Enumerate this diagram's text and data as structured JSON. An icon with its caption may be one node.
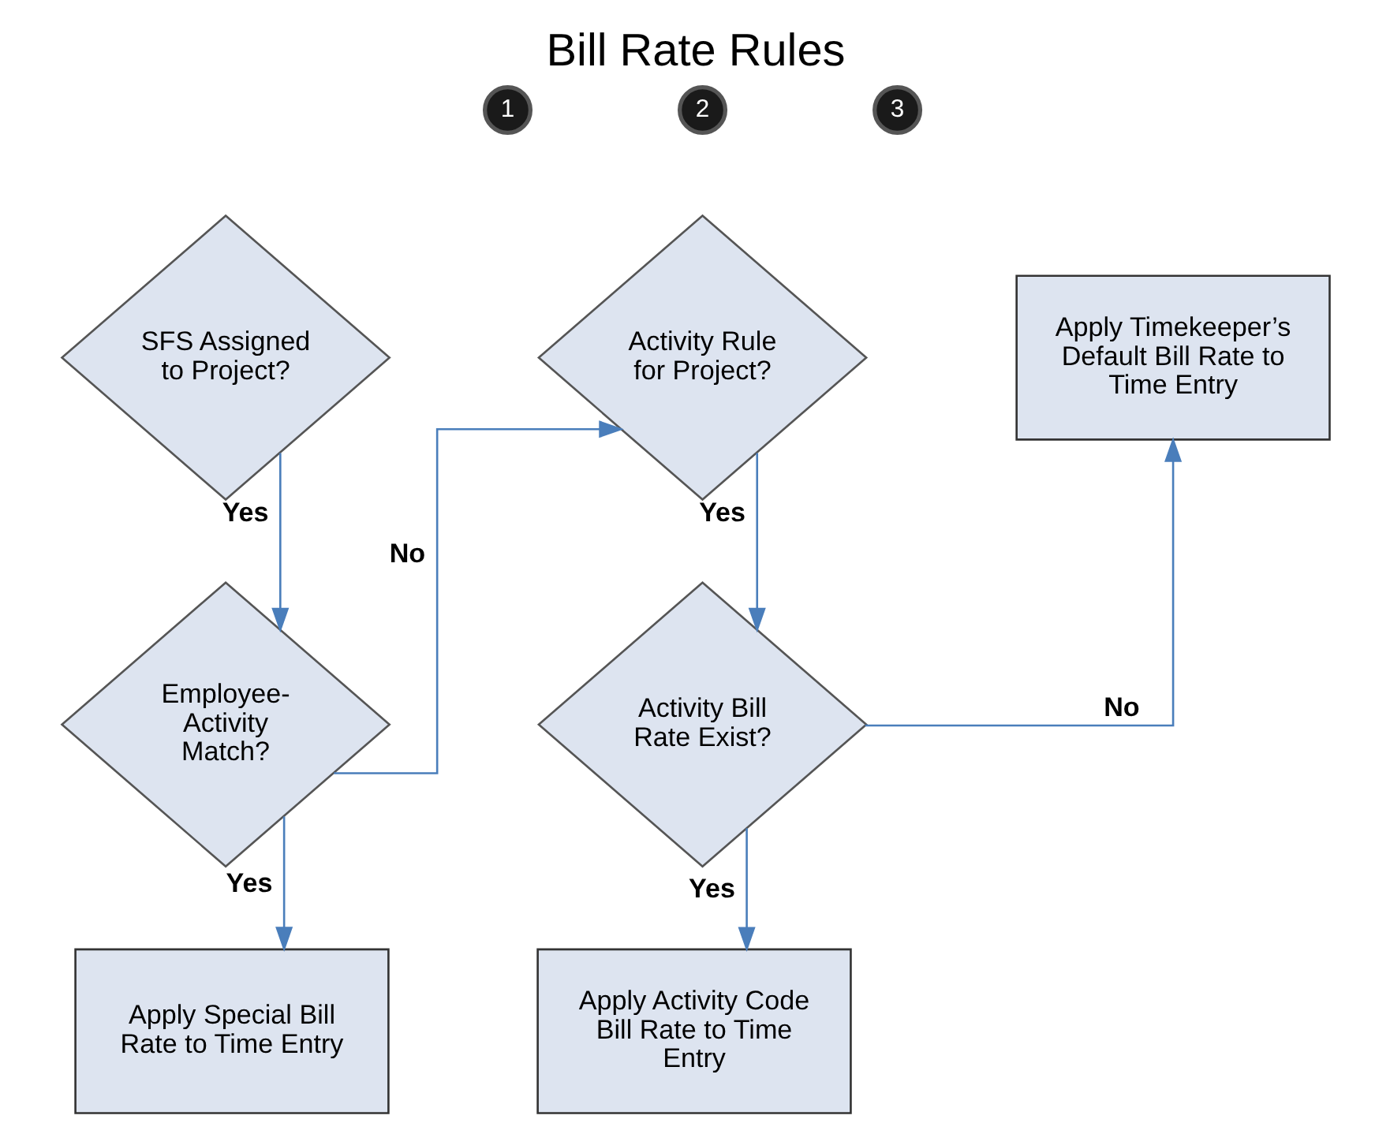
{
  "diagram": {
    "title": "Bill Rate Rules",
    "nodes": [
      {
        "text": [
          "1"
        ]
      },
      {
        "text": [
          "2"
        ]
      },
      {
        "text": [
          "3"
        ]
      },
      {
        "text": [
          "SFS Assigned to Project?"
        ]
      },
      {
        "text": [
          "Employee- Activity Match?"
        ]
      },
      {
        "text": [
          "Apply Special Bill Rate to Time Entry"
        ]
      },
      {
        "text": [
          "Activity Rule for Project?"
        ]
      },
      {
        "text": [
          "Activity Bill Rate Exist?"
        ]
      },
      {
        "text": [
          "Apply Activity Code Bill Rate to Time Entry"
        ]
      },
      {
        "text": [
          "Apply Timekeeper’s Default Bill Rate to Time Entry"
        ]
      }
    ],
    "edges": [
      {
        "from": 3,
        "to": 4,
        "arrow": "to",
        "label": "Yes"
      },
      {
        "from": 4,
        "to": 5,
        "arrow": "to",
        "label": "Yes"
      },
      {
        "from": 4,
        "to": 6,
        "arrow": "to",
        "label": "No"
      },
      {
        "from": 6,
        "to": 7,
        "arrow": "to",
        "label": "Yes"
      },
      {
        "from": 7,
        "to": 8,
        "arrow": "to",
        "label": "Yes"
      },
      {
        "from": 7,
        "to": 9,
        "arrow": "to",
        "label": "No"
      }
    ]
  }
}
